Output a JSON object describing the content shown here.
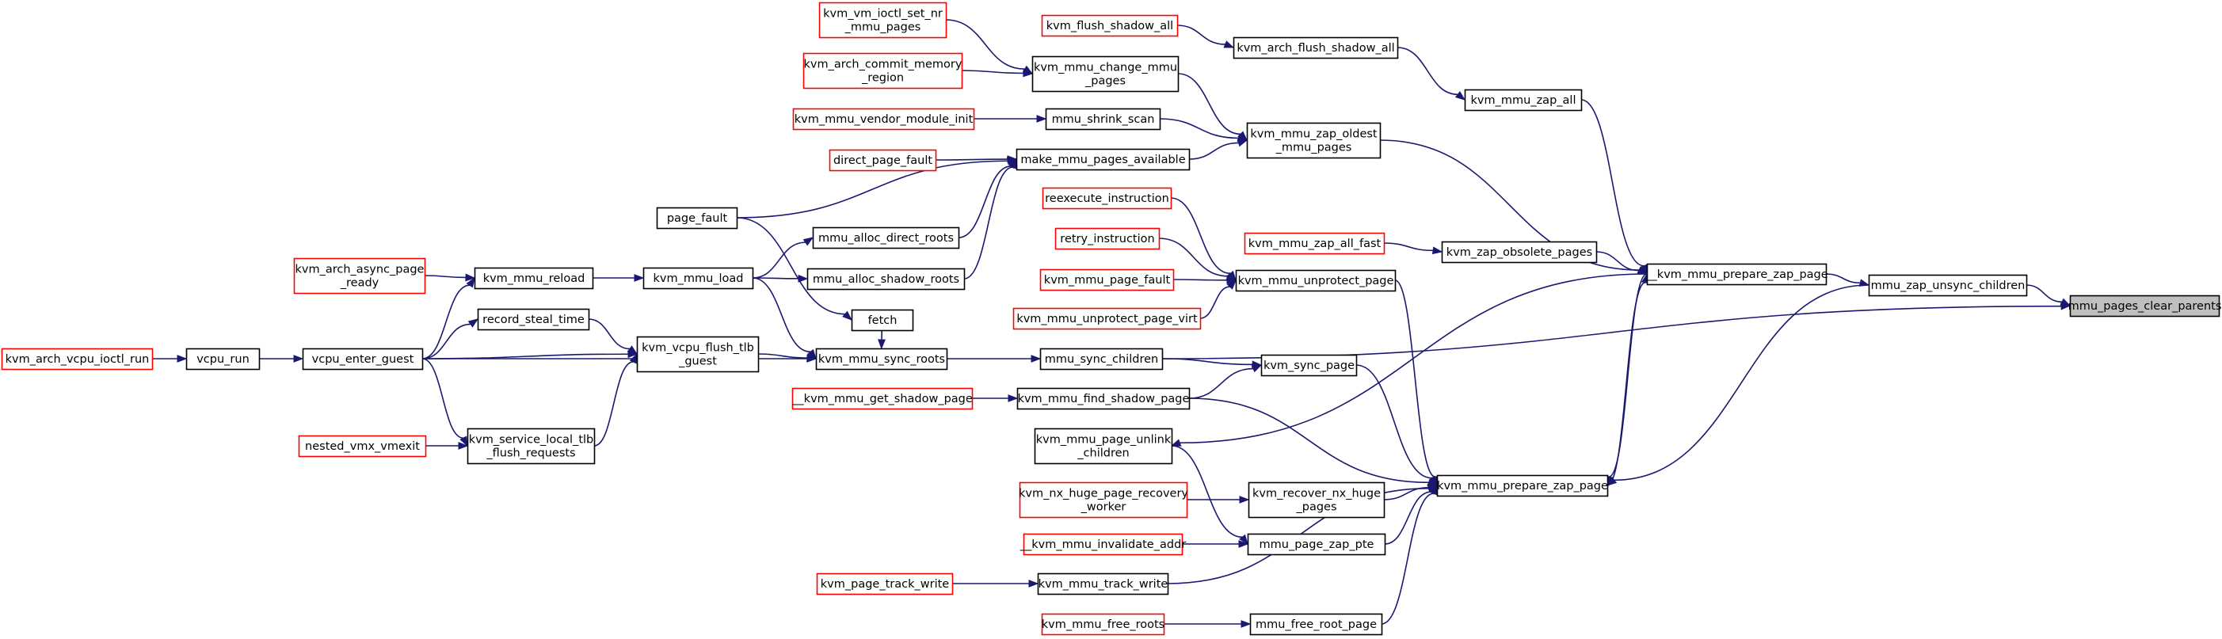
{
  "colors": {
    "edge": "#191970",
    "normal_border": "#000000",
    "truncated_border": "#ff0000",
    "target_fill": "#bfbfbf",
    "node_fill": "#ffffff"
  },
  "graph": {
    "target": "mmu_pages_clear_parents",
    "nodes": [
      {
        "id": "vm_ioctl_set_nr",
        "lines": [
          "kvm_vm_ioctl_set_nr",
          "_mmu_pages"
        ],
        "kind": "truncated"
      },
      {
        "id": "arch_commit",
        "lines": [
          "kvm_arch_commit_memory",
          "_region"
        ],
        "kind": "truncated"
      },
      {
        "id": "vendor_module_init",
        "lines": [
          "kvm_mmu_vendor_module_init"
        ],
        "kind": "truncated"
      },
      {
        "id": "direct_page_fault",
        "lines": [
          "direct_page_fault"
        ],
        "kind": "truncated"
      },
      {
        "id": "flush_shadow_all",
        "lines": [
          "kvm_flush_shadow_all"
        ],
        "kind": "truncated"
      },
      {
        "id": "change_mmu_pages",
        "lines": [
          "kvm_mmu_change_mmu",
          "_pages"
        ],
        "kind": "normal"
      },
      {
        "id": "shrink_scan",
        "lines": [
          "mmu_shrink_scan"
        ],
        "kind": "normal"
      },
      {
        "id": "make_available",
        "lines": [
          "make_mmu_pages_available"
        ],
        "kind": "normal"
      },
      {
        "id": "arch_flush_shadow_all",
        "lines": [
          "kvm_arch_flush_shadow_all"
        ],
        "kind": "normal"
      },
      {
        "id": "zap_all",
        "lines": [
          "kvm_mmu_zap_all"
        ],
        "kind": "normal"
      },
      {
        "id": "zap_oldest",
        "lines": [
          "kvm_mmu_zap_oldest",
          "_mmu_pages"
        ],
        "kind": "normal"
      },
      {
        "id": "reexecute",
        "lines": [
          "reexecute_instruction"
        ],
        "kind": "truncated"
      },
      {
        "id": "retry",
        "lines": [
          "retry_instruction"
        ],
        "kind": "truncated"
      },
      {
        "id": "page_fault_r",
        "lines": [
          "kvm_mmu_page_fault"
        ],
        "kind": "truncated"
      },
      {
        "id": "unprotect_virt",
        "lines": [
          "kvm_mmu_unprotect_page_virt"
        ],
        "kind": "truncated"
      },
      {
        "id": "zap_all_fast",
        "lines": [
          "kvm_mmu_zap_all_fast"
        ],
        "kind": "truncated"
      },
      {
        "id": "zap_obsolete",
        "lines": [
          "kvm_zap_obsolete_pages"
        ],
        "kind": "normal"
      },
      {
        "id": "unprotect_page",
        "lines": [
          "kvm_mmu_unprotect_page"
        ],
        "kind": "normal"
      },
      {
        "id": "page_fault",
        "lines": [
          "page_fault"
        ],
        "kind": "normal"
      },
      {
        "id": "alloc_direct",
        "lines": [
          "mmu_alloc_direct_roots"
        ],
        "kind": "normal"
      },
      {
        "id": "alloc_shadow",
        "lines": [
          "mmu_alloc_shadow_roots"
        ],
        "kind": "normal"
      },
      {
        "id": "async_page_ready",
        "lines": [
          "kvm_arch_async_page",
          "_ready"
        ],
        "kind": "truncated"
      },
      {
        "id": "mmu_reload",
        "lines": [
          "kvm_mmu_reload"
        ],
        "kind": "normal"
      },
      {
        "id": "mmu_load",
        "lines": [
          "kvm_mmu_load"
        ],
        "kind": "normal"
      },
      {
        "id": "fetch",
        "lines": [
          "fetch"
        ],
        "kind": "normal"
      },
      {
        "id": "record_steal",
        "lines": [
          "record_steal_time"
        ],
        "kind": "normal"
      },
      {
        "id": "vcpu_ioctl_run",
        "lines": [
          "kvm_arch_vcpu_ioctl_run"
        ],
        "kind": "truncated"
      },
      {
        "id": "vcpu_run",
        "lines": [
          "vcpu_run"
        ],
        "kind": "normal"
      },
      {
        "id": "vcpu_enter_guest",
        "lines": [
          "vcpu_enter_guest"
        ],
        "kind": "normal"
      },
      {
        "id": "flush_tlb_guest",
        "lines": [
          "kvm_vcpu_flush_tlb",
          "_guest"
        ],
        "kind": "normal"
      },
      {
        "id": "sync_roots",
        "lines": [
          "kvm_mmu_sync_roots"
        ],
        "kind": "normal"
      },
      {
        "id": "sync_children",
        "lines": [
          "mmu_sync_children"
        ],
        "kind": "normal"
      },
      {
        "id": "sync_page",
        "lines": [
          "kvm_sync_page"
        ],
        "kind": "normal"
      },
      {
        "id": "get_shadow_page",
        "lines": [
          "__kvm_mmu_get_shadow_page"
        ],
        "kind": "truncated"
      },
      {
        "id": "find_shadow_page",
        "lines": [
          "kvm_mmu_find_shadow_page"
        ],
        "kind": "normal"
      },
      {
        "id": "nested_vmexit",
        "lines": [
          "nested_vmx_vmexit"
        ],
        "kind": "truncated"
      },
      {
        "id": "service_tlb",
        "lines": [
          "kvm_service_local_tlb",
          "_flush_requests"
        ],
        "kind": "normal"
      },
      {
        "id": "unlink_children",
        "lines": [
          "kvm_mmu_page_unlink",
          "_children"
        ],
        "kind": "normal"
      },
      {
        "id": "nx_recovery_worker",
        "lines": [
          "kvm_nx_huge_page_recovery",
          "_worker"
        ],
        "kind": "truncated"
      },
      {
        "id": "recover_nx",
        "lines": [
          "kvm_recover_nx_huge",
          "_pages"
        ],
        "kind": "normal"
      },
      {
        "id": "invalidate_addr",
        "lines": [
          "__kvm_mmu_invalidate_addr"
        ],
        "kind": "truncated"
      },
      {
        "id": "zap_pte",
        "lines": [
          "mmu_page_zap_pte"
        ],
        "kind": "normal"
      },
      {
        "id": "page_track_write",
        "lines": [
          "kvm_page_track_write"
        ],
        "kind": "truncated"
      },
      {
        "id": "track_write",
        "lines": [
          "kvm_mmu_track_write"
        ],
        "kind": "normal"
      },
      {
        "id": "free_roots",
        "lines": [
          "kvm_mmu_free_roots"
        ],
        "kind": "truncated"
      },
      {
        "id": "free_root_page",
        "lines": [
          "mmu_free_root_page"
        ],
        "kind": "normal"
      },
      {
        "id": "prepare_zap",
        "lines": [
          "kvm_mmu_prepare_zap_page"
        ],
        "kind": "normal"
      },
      {
        "id": "__prepare_zap",
        "lines": [
          "__kvm_mmu_prepare_zap_page"
        ],
        "kind": "normal"
      },
      {
        "id": "zap_unsync_children",
        "lines": [
          "mmu_zap_unsync_children"
        ],
        "kind": "normal"
      },
      {
        "id": "clear_parents",
        "lines": [
          "mmu_pages_clear_parents"
        ],
        "kind": "target"
      }
    ]
  }
}
